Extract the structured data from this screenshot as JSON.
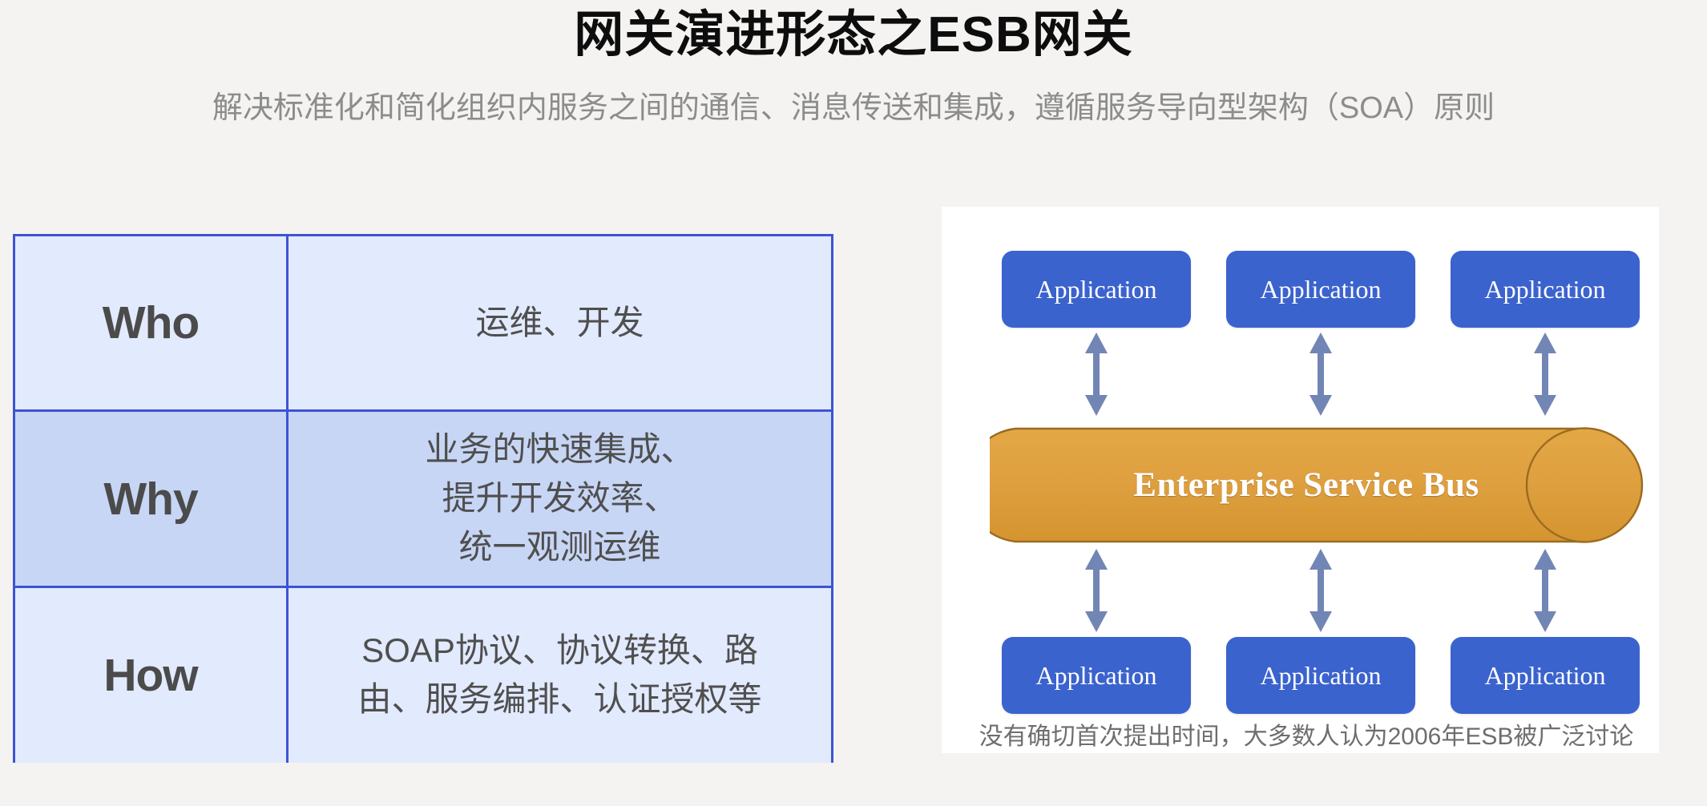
{
  "header": {
    "title": "网关演进形态之ESB网关",
    "subtitle": "解决标准化和简化组织内服务之间的通信、消息传送和集成，遵循服务导向型架构（SOA）原则"
  },
  "info_table": {
    "rows": [
      {
        "key": "Who",
        "value": "运维、开发"
      },
      {
        "key": "Why",
        "value": "业务的快速集成、\n提升开发效率、\n统一观测运维"
      },
      {
        "key": "How",
        "value": "SOAP协议、协议转换、路\n由、服务编排、认证授权等"
      }
    ]
  },
  "diagram": {
    "top_apps": [
      "Application",
      "Application",
      "Application"
    ],
    "bottom_apps": [
      "Application",
      "Application",
      "Application"
    ],
    "bus_label": "Enterprise Service Bus",
    "caption": "没有确切首次提出时间，大多数人认为2006年ESB被广泛讨论",
    "colors": {
      "app_box": "#3b63ce",
      "bus_fill": "#dfa040",
      "bus_stroke": "#9c6b20",
      "arrow": "#7286b5",
      "panel_bg": "#ffffff"
    }
  },
  "theme": {
    "page_bg": "#f4f3f1",
    "table_border": "#3d53d4",
    "row_light": "#e2eafd",
    "row_dark": "#c8d6f5",
    "title_color": "#0d0d0d",
    "subtitle_color": "#8c8c8c"
  }
}
